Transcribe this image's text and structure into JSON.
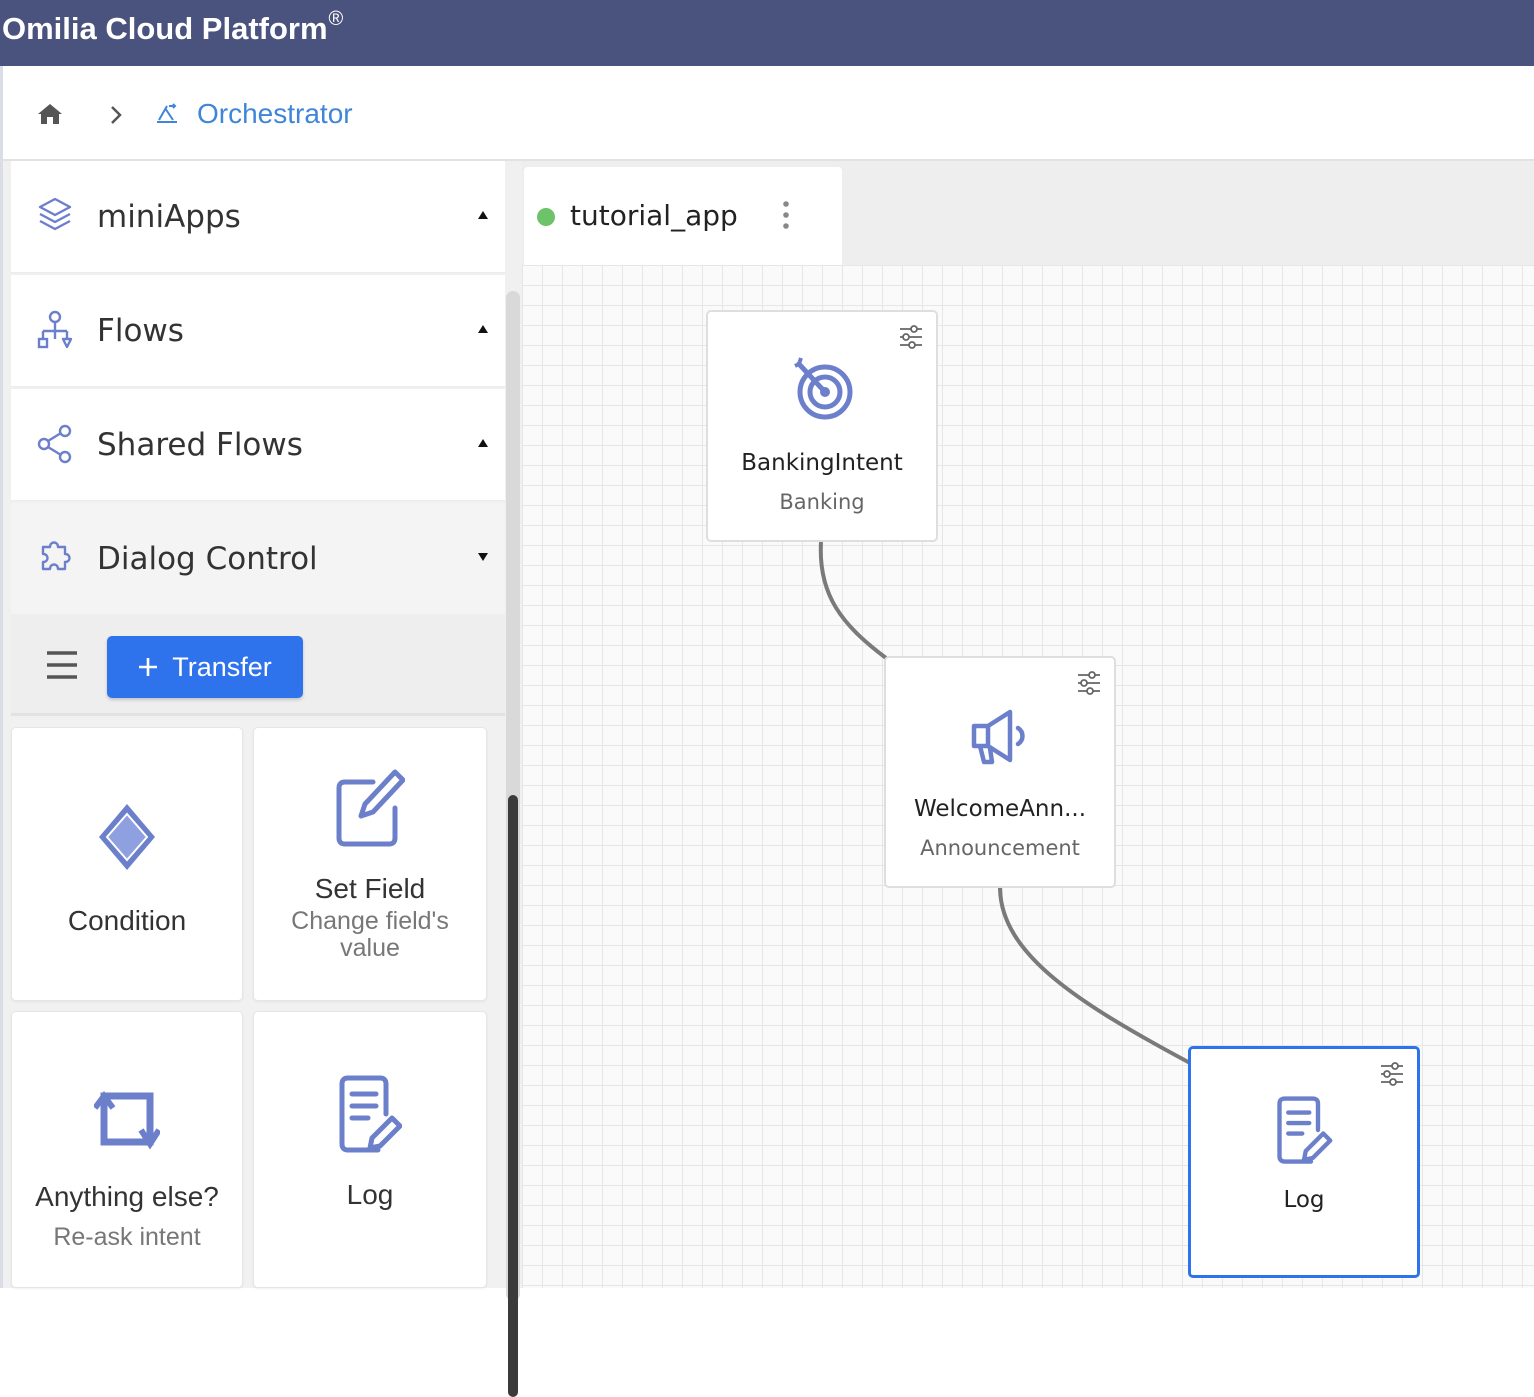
{
  "app": {
    "brand": "Omilia Cloud Platform",
    "brand_mark": "®"
  },
  "breadcrumb": {
    "home_icon": "home-icon",
    "separator_icon": "chevron-right-icon",
    "current_icon": "orchestrator-icon",
    "current": "Orchestrator"
  },
  "sidebar": {
    "sections": [
      {
        "label": "miniApps",
        "icon": "layers-icon",
        "state": "collapsed"
      },
      {
        "label": "Flows",
        "icon": "flow-tree-icon",
        "state": "collapsed"
      },
      {
        "label": "Shared Flows",
        "icon": "share-icon",
        "state": "collapsed"
      },
      {
        "label": "Dialog Control",
        "icon": "puzzle-icon",
        "state": "expanded"
      }
    ],
    "toolbar": {
      "menu_icon": "hamburger-icon",
      "button_label": "Transfer",
      "button_icon": "plus-icon"
    },
    "palette": [
      {
        "title": "Condition",
        "subtitle": "",
        "icon": "diamond-icon"
      },
      {
        "title": "Set Field",
        "subtitle_line1": "Change field's",
        "subtitle_line2": "value",
        "icon": "edit-icon"
      },
      {
        "title": "Anything else?",
        "subtitle": "Re-ask intent",
        "icon": "repeat-icon"
      },
      {
        "title": "Log",
        "subtitle": "",
        "icon": "log-icon"
      }
    ]
  },
  "canvas": {
    "tab": {
      "label": "tutorial_app",
      "status": "active",
      "status_color": "#6cc36a",
      "menu_icon": "more-vertical-icon"
    },
    "nodes": [
      {
        "title": "BankingIntent",
        "subtitle": "Banking",
        "icon": "target-icon",
        "selected": false
      },
      {
        "title": "WelcomeAnn...",
        "subtitle": "Announcement",
        "icon": "megaphone-icon",
        "selected": false
      },
      {
        "title": "Log",
        "subtitle": "",
        "icon": "log-icon",
        "selected": true
      }
    ],
    "settings_icon": "sliders-icon"
  },
  "colors": {
    "topbar": "#4a537d",
    "accent": "#2f73ec",
    "link": "#3f86d8",
    "icon": "#6c7fcb"
  }
}
